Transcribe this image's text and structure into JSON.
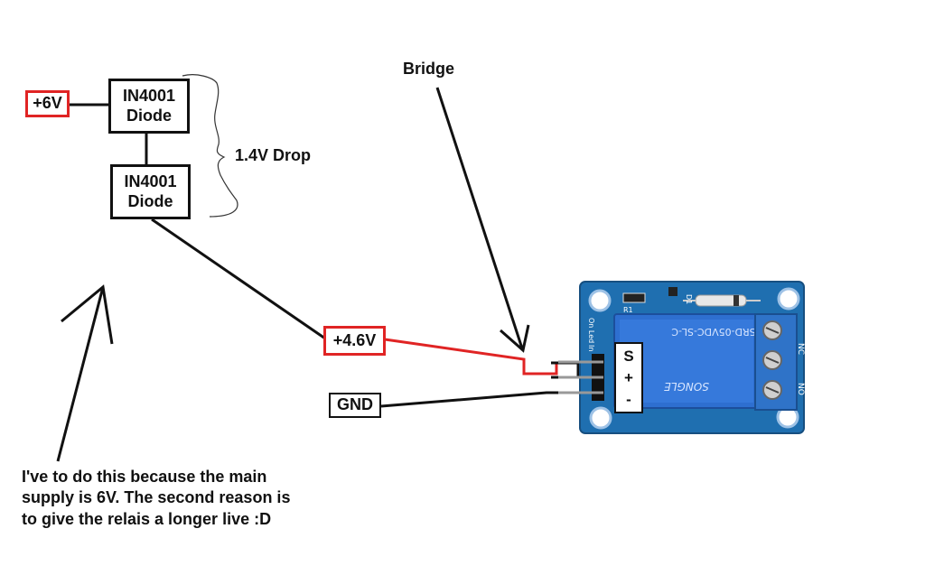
{
  "labels": {
    "supply": "+6V",
    "diode1_line1": "IN4001",
    "diode1_line2": "Diode",
    "diode2_line1": "IN4001",
    "diode2_line2": "Diode",
    "drop": "1.4V Drop",
    "bridge": "Bridge",
    "signal_voltage": "+4.6V",
    "ground": "GND"
  },
  "relay_module": {
    "pins": [
      "S",
      "+",
      "-"
    ],
    "relay_text": "SRD-05VDC-SL-C",
    "brand": "SONGLE",
    "terminals": [
      "NC",
      "NO"
    ],
    "silk": [
      "R1",
      "D1",
      "On Led",
      "In"
    ]
  },
  "note": [
    "I've to do this because the main",
    "supply is 6V. The second reason is",
    "to give the relais a longer live :D"
  ],
  "colors": {
    "wire_black": "#111111",
    "wire_red": "#e02424",
    "pcb_blue": "#1f6fb0",
    "relay_blue": "#2e6fd0"
  }
}
